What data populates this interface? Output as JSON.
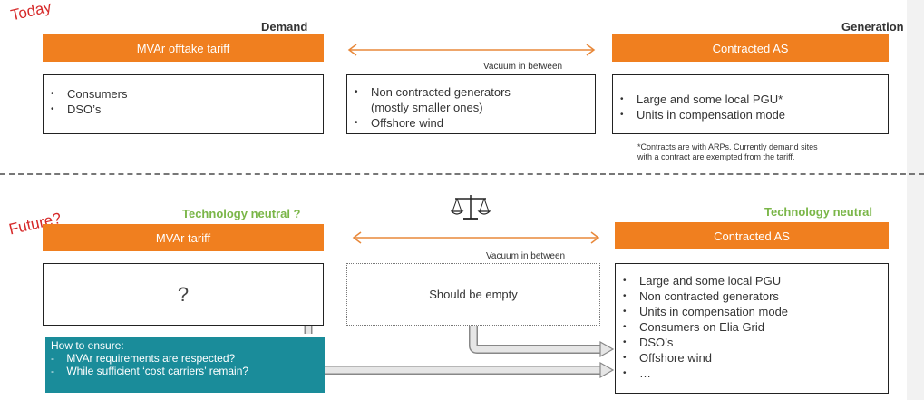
{
  "today": {
    "label": "Today",
    "demand_header": "Demand",
    "generation_header": "Generation",
    "left_bar": "MVAr offtake tariff",
    "right_bar": "Contracted AS",
    "vacuum_label": "Vacuum in between",
    "left_items": [
      "Consumers",
      "DSO’s"
    ],
    "middle_items": [
      "Non contracted generators",
      "(mostly smaller ones)",
      "Offshore wind"
    ],
    "right_items": [
      "Large and some local PGU*",
      "Units in compensation mode"
    ],
    "footnote_line1": "*Contracts are with ARPs. Currently demand sites",
    "footnote_line2": "with a contract are exempted from the tariff."
  },
  "future": {
    "label": "Future?",
    "left_header": "Technology neutral ?",
    "right_header": "Technology neutral",
    "left_bar": "MVAr tariff",
    "right_bar": "Contracted AS",
    "vacuum_label": "Vacuum in between",
    "question": "?",
    "middle_text": "Should be empty",
    "right_items": [
      "Large and some local PGU",
      "Non contracted generators",
      "Units in compensation mode",
      "Consumers on Elia Grid",
      "DSO’s",
      "Offshore wind",
      "…"
    ],
    "how_title": "How to ensure:",
    "how_items": [
      "-    MVAr requirements are respected?",
      "-    While sufficient ‘cost carriers’ remain?"
    ]
  },
  "colors": {
    "orange": "#f07f1f",
    "teal": "#1a8c9a",
    "green": "#7ab648",
    "red": "#d62828"
  },
  "icons": {
    "scale": "balance-scale-icon"
  }
}
